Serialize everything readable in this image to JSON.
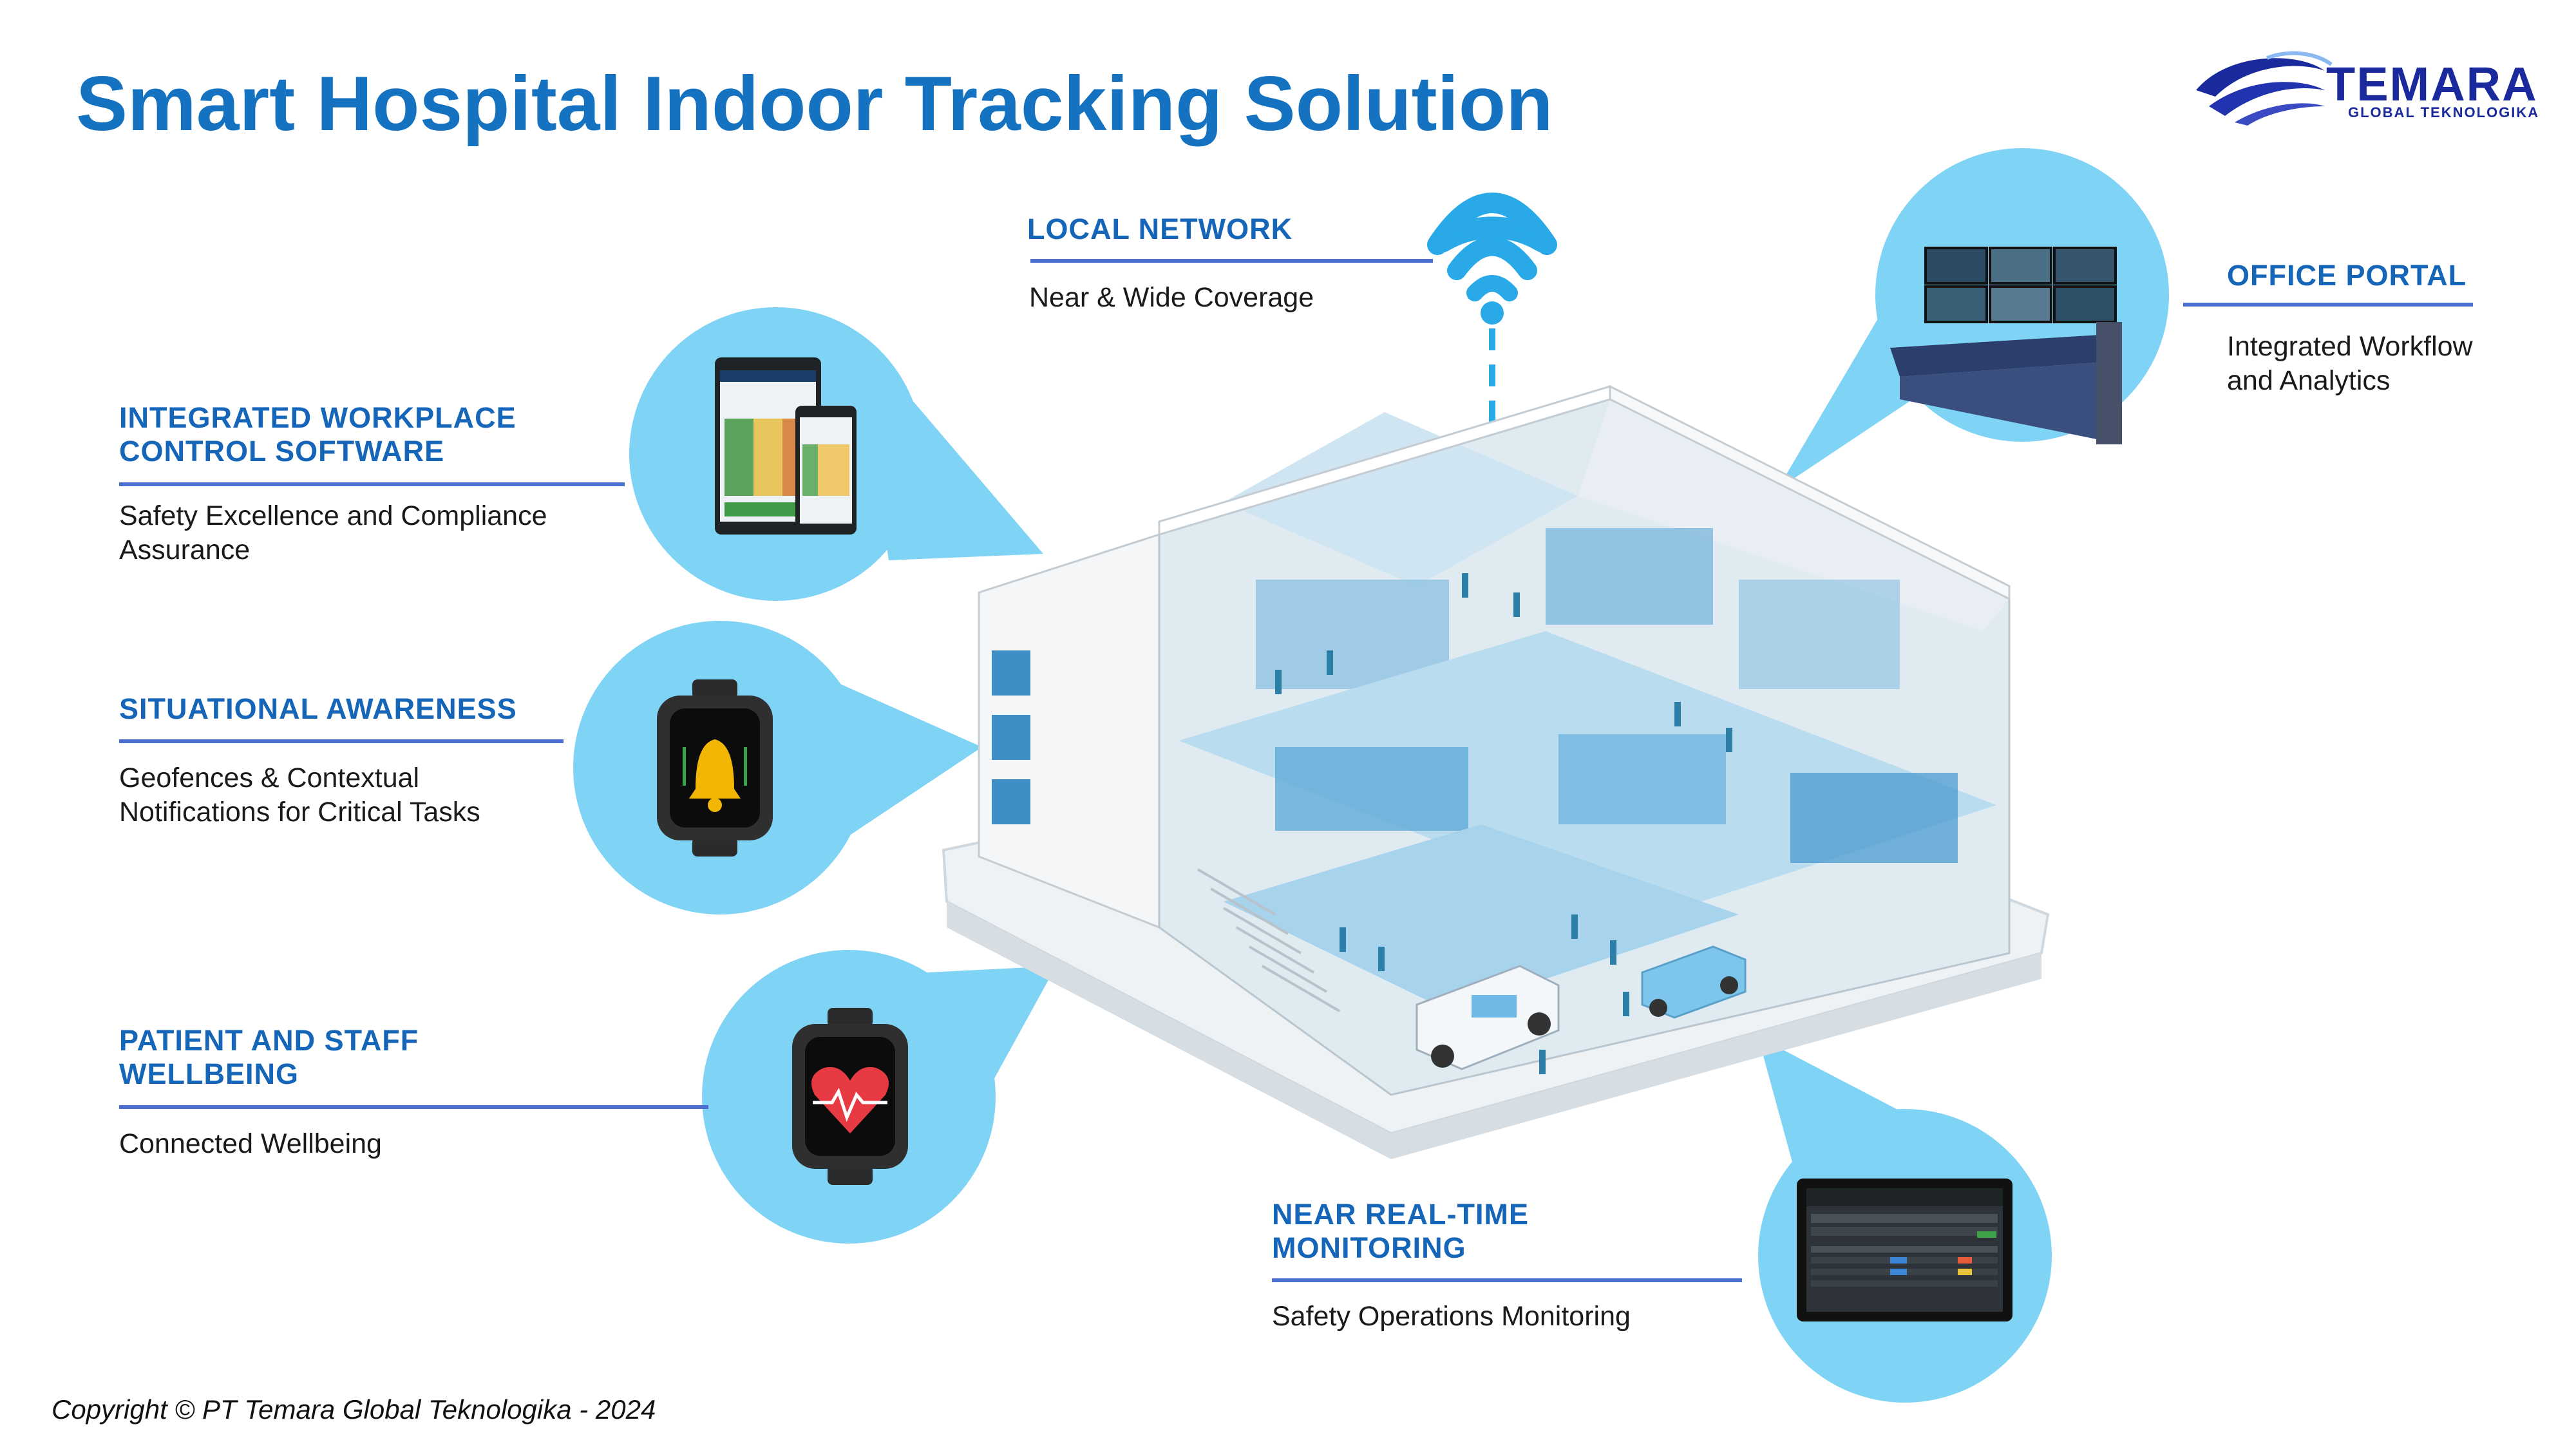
{
  "title": "Smart Hospital Indoor Tracking Solution",
  "logo": {
    "name": "TEMARA",
    "tagline": "GLOBAL TEKNOLOGIKA"
  },
  "sections": {
    "local_network": {
      "heading": "LOCAL NETWORK",
      "description": "Near & Wide Coverage"
    },
    "workplace_control": {
      "heading": "INTEGRATED WORKPLACE\nCONTROL SOFTWARE",
      "description": "Safety Excellence and Compliance\nAssurance"
    },
    "situational_awareness": {
      "heading": "SITUATIONAL AWARENESS",
      "description": "Geofences & Contextual\nNotifications for Critical Tasks"
    },
    "wellbeing": {
      "heading": "PATIENT AND STAFF\nWELLBEING",
      "description": "Connected Wellbeing"
    },
    "office_portal": {
      "heading": "OFFICE PORTAL",
      "description": "Integrated Workflow\nand Analytics"
    },
    "monitoring": {
      "heading": "NEAR REAL-TIME\nMONITORING",
      "description": "Safety Operations Monitoring"
    }
  },
  "copyright": "Copyright © PT Temara Global Teknologika - 2024",
  "colors": {
    "title": "#1572c0",
    "heading": "#1565b8",
    "rule": "#4d6fd1",
    "bubble": "#7fd3f5",
    "wifi": "#29a9e8"
  },
  "icons": [
    "wifi-icon",
    "bell-icon",
    "heart-rate-icon",
    "tablet-phone-icon",
    "control-room-icon",
    "monitor-dashboard-icon",
    "hospital-building-illustration",
    "temara-logo"
  ]
}
